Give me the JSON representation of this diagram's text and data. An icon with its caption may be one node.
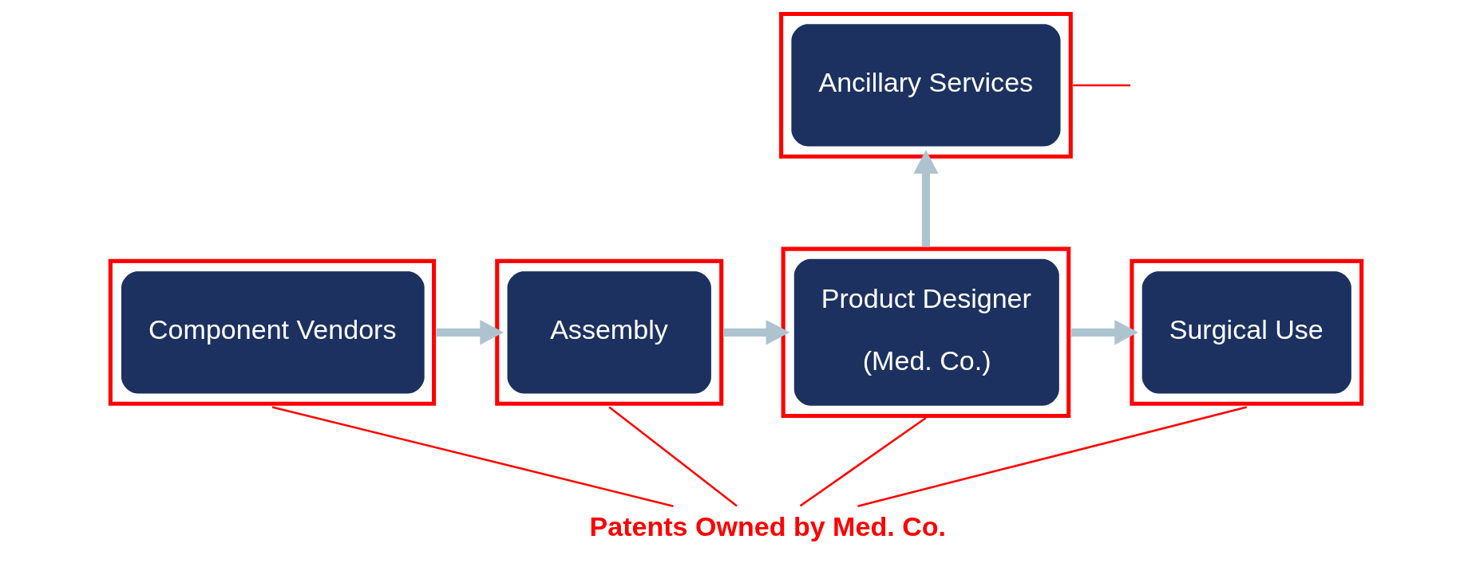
{
  "diagram": {
    "nodes": [
      {
        "text": [
          "Component Vendors"
        ]
      },
      {
        "text": [
          "Assembly"
        ]
      },
      {
        "text": [
          "Product Designer",
          "(Med. Co.)"
        ]
      },
      {
        "text": [
          "Surgical Use"
        ]
      },
      {
        "text": [
          "Ancillary Services"
        ]
      },
      {
        "text": [
          "Patents Owned by Med. Co."
        ]
      }
    ],
    "edges": [
      {
        "from": 0,
        "to": 1,
        "arrow": "to",
        "style": "thick",
        "color": "#adc3d0"
      },
      {
        "from": 1,
        "to": 2,
        "arrow": "to",
        "style": "thick",
        "color": "#adc3d0"
      },
      {
        "from": 2,
        "to": 3,
        "arrow": "to",
        "style": "thick",
        "color": "#adc3d0"
      },
      {
        "from": 2,
        "to": 4,
        "arrow": "to",
        "style": "thick",
        "color": "#adc3d0"
      },
      {
        "from": 5,
        "to": 0,
        "arrow": "none",
        "color": "#ff0000"
      },
      {
        "from": 5,
        "to": 1,
        "arrow": "none",
        "color": "#ff0000"
      },
      {
        "from": 5,
        "to": 2,
        "arrow": "none",
        "color": "#ff0000"
      },
      {
        "from": 5,
        "to": 3,
        "arrow": "none",
        "color": "#ff0000"
      },
      {
        "from": 4,
        "to": null,
        "arrow": "none",
        "color": "#ff0000"
      }
    ]
  }
}
